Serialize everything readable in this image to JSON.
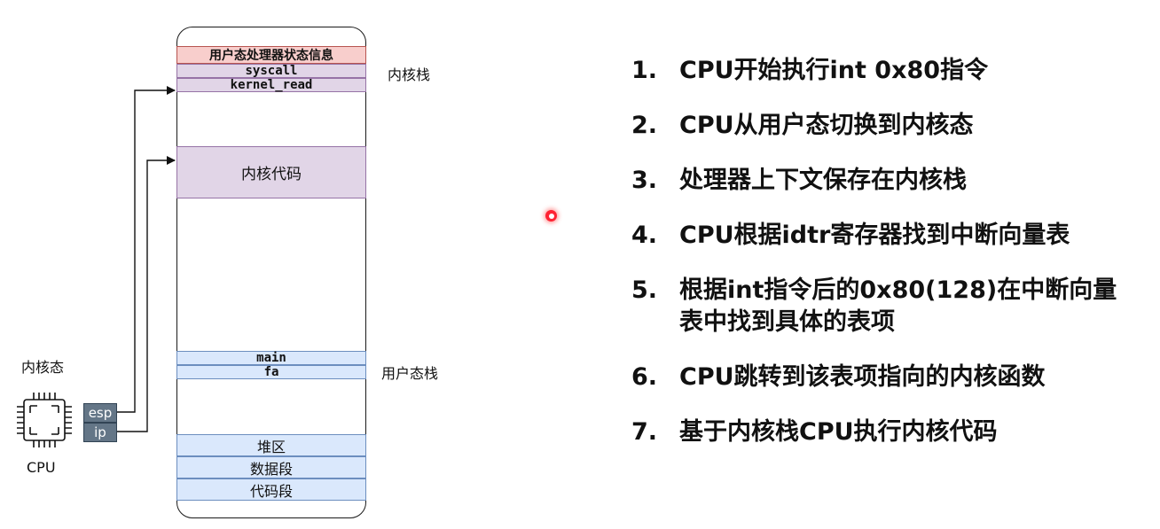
{
  "memory": {
    "user_state_info": "用户态处理器状态信息",
    "kernel_frames": [
      "syscall",
      "kernel_read"
    ],
    "kernel_code": "内核代码",
    "user_stack_frames": [
      "main",
      "fa"
    ],
    "segments": [
      "堆区",
      "数据段",
      "代码段"
    ]
  },
  "labels": {
    "kernel_stack": "内核栈",
    "user_stack": "用户态栈",
    "kernel_mode": "内核态",
    "cpu": "CPU"
  },
  "registers": [
    "esp",
    "ip"
  ],
  "steps": [
    {
      "num": "1.",
      "text": "CPU开始执行int 0x80指令"
    },
    {
      "num": "2.",
      "text": "CPU从用户态切换到内核态"
    },
    {
      "num": "3.",
      "text": "处理器上下文保存在内核栈"
    },
    {
      "num": "4.",
      "text": "CPU根据idtr寄存器找到中断向量表"
    },
    {
      "num": "5.",
      "text": "根据int指令后的0x80(128)在中断向量表中找到具体的表项"
    },
    {
      "num": "6.",
      "text": "CPU跳转到该表项指向的内核函数"
    },
    {
      "num": "7.",
      "text": "基于内核栈CPU执行内核代码"
    }
  ]
}
